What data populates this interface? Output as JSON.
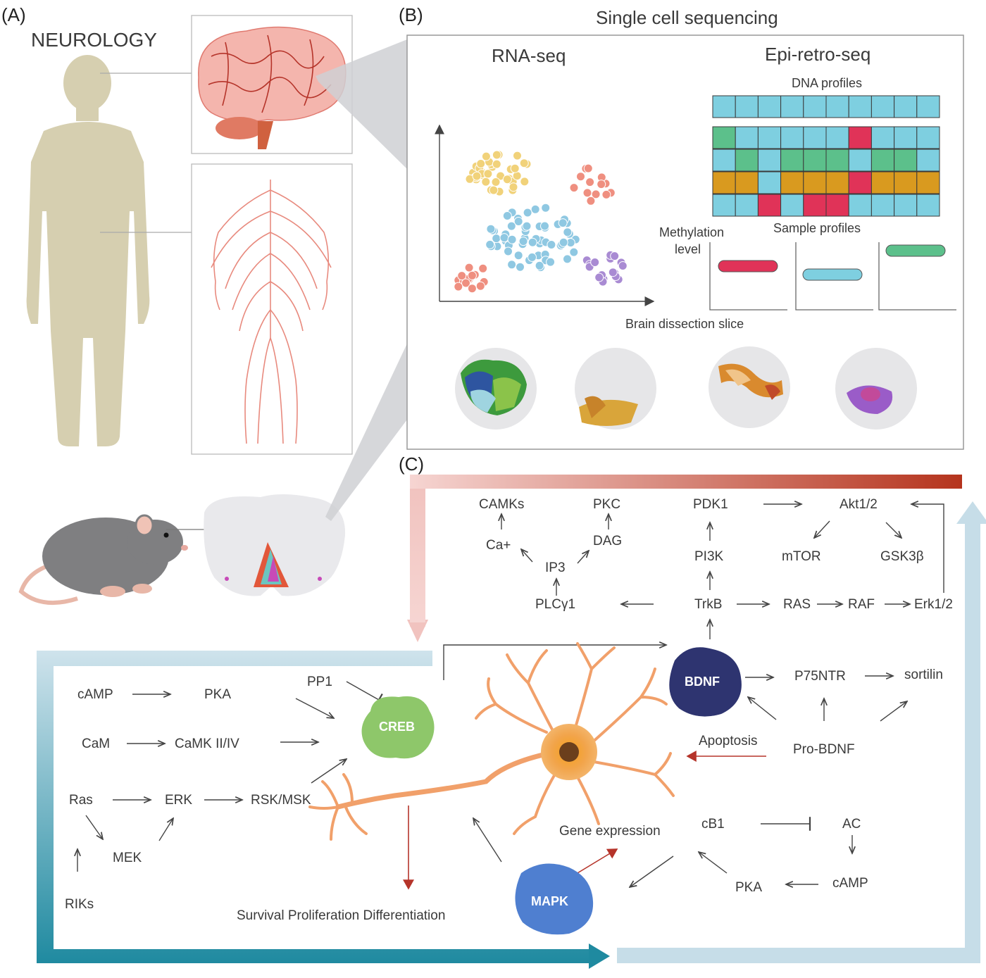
{
  "panel_labels": {
    "a": "(A)",
    "b": "(B)",
    "c": "(C)"
  },
  "panel_a": {
    "title": "NEUROLOGY"
  },
  "panel_b": {
    "title": "Single cell sequencing",
    "rna_seq": {
      "title": "RNA-seq",
      "x_axis_label": "Brain dissection slice"
    },
    "epi_retro_seq": {
      "title": "Epi-retro-seq",
      "dna_profiles_label": "DNA profiles",
      "sample_profiles_label": "Sample profiles",
      "methylation_label_line1": "Methylation",
      "methylation_label_line2": "level"
    }
  },
  "panel_c": {
    "nodes": {
      "camks": "CAMKs",
      "pkc": "PKC",
      "pdk1": "PDK1",
      "akt": "Akt1/2",
      "ca": "Ca+",
      "dag": "DAG",
      "ip3": "IP3",
      "pi3k": "PI3K",
      "mtor": "mTOR",
      "gsk3b": "GSK3β",
      "plcg1": "PLCγ1",
      "trkb": "TrkB",
      "ras_top": "RAS",
      "raf": "RAF",
      "erk12": "Erk1/2",
      "camp_left": "cAMP",
      "pka_left": "PKA",
      "pp1": "PP1",
      "cam": "CaM",
      "camk": "CaMK II/IV",
      "ras_left": "Ras",
      "erk_left": "ERK",
      "rsk_msk": "RSK/MSK",
      "mek": "MEK",
      "riks": "RIKs",
      "p75ntr": "P75NTR",
      "sortilin": "sortilin",
      "apoptosis": "Apoptosis",
      "pro_bdnf": "Pro-BDNF",
      "gene_expression": "Gene expression",
      "cb1": "cB1",
      "ac": "AC",
      "pka_right": "PKA",
      "camp_right": "cAMP",
      "survival": "Survival Proliferation Differentiation"
    },
    "blobs": {
      "creb": "CREB",
      "bdnf": "BDNF",
      "mapk": "MAPK"
    }
  },
  "colors": {
    "body": "#d6cfb0",
    "nerve": "#e88a7e",
    "brain": "#f4b5ad",
    "cluster_yellow": "#f1d27a",
    "cluster_salmon": "#ef8f80",
    "cluster_blue": "#8fc8e2",
    "cluster_purple": "#a98bd3",
    "grid_teal": "#7ecfe0",
    "grid_green": "#5cc08b",
    "grid_orange": "#d99a1f",
    "grid_red": "#e03358",
    "creb": "#8ec76a",
    "bdnf": "#2e3470",
    "mapk": "#4f7fd0",
    "red_gradient_end": "#b5341d",
    "teal_gradient_end": "#1f8aa0"
  },
  "icons": [
    "human-silhouette",
    "brain",
    "nervous-system",
    "rat",
    "mouse-brain-section",
    "neuron",
    "3d-brain"
  ]
}
